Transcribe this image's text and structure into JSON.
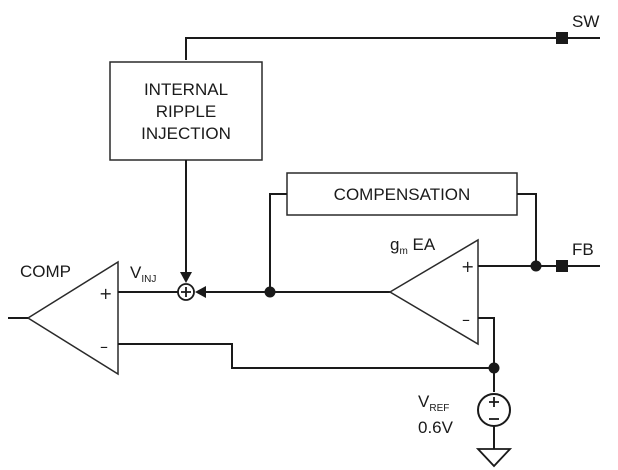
{
  "pins": {
    "sw": "SW",
    "fb": "FB"
  },
  "blocks": {
    "ripple_line1": "INTERNAL",
    "ripple_line2": "RIPPLE",
    "ripple_line3": "INJECTION",
    "compensation": "COMPENSATION"
  },
  "amplifiers": {
    "comp": "COMP",
    "ea_prefix": "g",
    "ea_sub": "m",
    "ea_suffix": " EA",
    "plus": "+",
    "minus": "–"
  },
  "nodes": {
    "vinj_main": "V",
    "vinj_sub": "INJ"
  },
  "reference": {
    "main": "V",
    "sub": "REF",
    "value": "0.6V"
  },
  "colors": {
    "ink": "#1a1a1a",
    "background": "#ffffff"
  }
}
